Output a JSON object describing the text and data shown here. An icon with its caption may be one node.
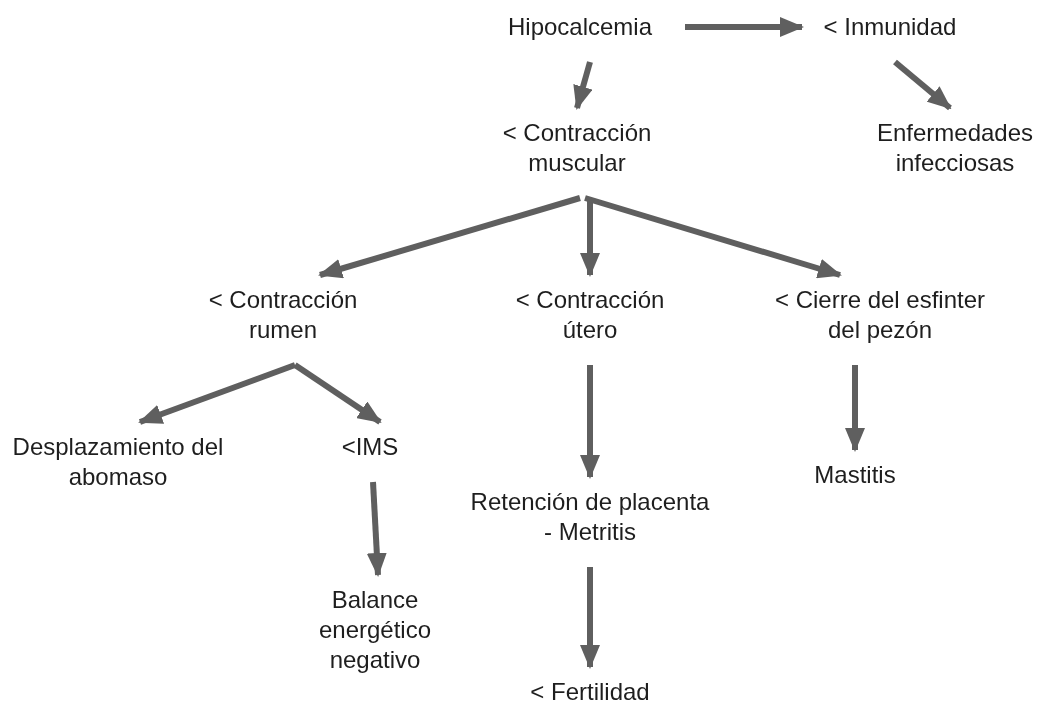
{
  "diagram": {
    "nodes": [
      {
        "text": [
          "Hipocalcemia"
        ]
      },
      {
        "text": [
          "< Inmunidad"
        ]
      },
      {
        "text": [
          "< Contracción muscular"
        ]
      },
      {
        "text": [
          "Enfermedades infecciosas"
        ]
      },
      {
        "text": [
          "< Contracción rumen"
        ]
      },
      {
        "text": [
          "< Contracción útero"
        ]
      },
      {
        "text": [
          "< Cierre del esfinter del pezón"
        ]
      },
      {
        "text": [
          "Desplazamiento del abomaso"
        ]
      },
      {
        "text": [
          "<IMS"
        ]
      },
      {
        "text": [
          "Mastitis"
        ]
      },
      {
        "text": [
          "Retención de placenta - Metritis"
        ]
      },
      {
        "text": [
          "Balance energético negativo"
        ]
      },
      {
        "text": [
          "< Fertilidad"
        ]
      }
    ],
    "edges": [
      {
        "from": 0,
        "to": 1,
        "arrow": "to"
      },
      {
        "from": 0,
        "to": 2,
        "arrow": "to"
      },
      {
        "from": 1,
        "to": 3,
        "arrow": "to"
      },
      {
        "from": 2,
        "to": 4,
        "arrow": "to"
      },
      {
        "from": 2,
        "to": 5,
        "arrow": "to"
      },
      {
        "from": 2,
        "to": 6,
        "arrow": "to"
      },
      {
        "from": 4,
        "to": 7,
        "arrow": "to"
      },
      {
        "from": 4,
        "to": 8,
        "arrow": "to"
      },
      {
        "from": 5,
        "to": 10,
        "arrow": "to"
      },
      {
        "from": 6,
        "to": 9,
        "arrow": "to"
      },
      {
        "from": 8,
        "to": 11,
        "arrow": "to"
      },
      {
        "from": 10,
        "to": 12,
        "arrow": "to"
      }
    ]
  }
}
